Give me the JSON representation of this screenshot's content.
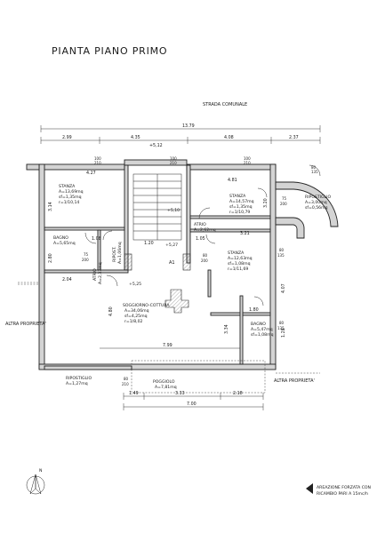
{
  "title": "PIANTA PIANO PRIMO",
  "street": "STRADA COMUNALE",
  "neighbors": {
    "left": "ALTRA PROPRIETA'",
    "right": "ALTRA PROPRIETA'"
  },
  "north": "N",
  "dimensions": {
    "total_top": "13.79",
    "top_2_99": "2.99",
    "top_4_35": "4.35",
    "top_4_08": "4.08",
    "top_2_37": "2.37",
    "elev_5_12": "+5,12",
    "w_4_27": "4.27",
    "w_4_81": "4.81",
    "h_3_14": "3.14",
    "h_3_20": "3.20",
    "w_1_08": "1.08",
    "w_1_20": "1.20",
    "w_1_05": "1.05",
    "w_3_21": "3.21",
    "h_2_80": "2.80",
    "w_2_04": "2.04",
    "h_4_07": "4.07",
    "w_1_80": "1.80",
    "h_4_80": "4.80",
    "h_3_34": "3.34",
    "w_7_99": "7.99",
    "h_1_28": "1.28",
    "w_1_49": "1.49",
    "w_3_33": "3.33",
    "w_2_18": "2.18",
    "w_7_00": "7.00",
    "d100_210": "100\n210",
    "d80_135": "80\n135",
    "d80_210": "80\n210"
  },
  "rooms": {
    "stanza1": {
      "name": "STANZA",
      "a": "A=13,69mq",
      "sf": "sf=1,35mq",
      "r": "r=1/10,14"
    },
    "stanza2": {
      "name": "STANZA",
      "a": "A=14,57mq",
      "sf": "sf=1,35mq",
      "r": "r=1/10,79"
    },
    "stanza3": {
      "name": "STANZA",
      "a": "A=12,63mq",
      "sf": "sf=1,08mq",
      "r": "r=1/11,69"
    },
    "ripostiglio1": {
      "name": "RIPOSTIGLIO",
      "a": "A=3,00mq",
      "sf": "sf=0,56mq"
    },
    "bagno1": {
      "name": "BAGNO",
      "a": "A=5,65mq"
    },
    "atrio1": {
      "name": "ATRIO",
      "a": "A=2,33mq"
    },
    "ripost_small": {
      "name": "RIPOST.",
      "a": "A=1,06mq"
    },
    "atrio2": {
      "name": "ATRIO",
      "a": "A=2,62mq"
    },
    "soggiorno": {
      "name": "SOGGIORNO-COTTURA",
      "a": "A=34,06mq",
      "sf": "sf=4,25mq",
      "r": "r=1/8,02"
    },
    "bagno2": {
      "name": "BAGNO",
      "a": "A=5,47mq",
      "sf": "sf=1,08mq"
    },
    "ripostiglio2": {
      "name": "RIPOSTIGLIO",
      "a": "A=1,27mq"
    },
    "poggiolo": {
      "name": "POGGIOLO",
      "a": "A=7,81mq"
    }
  },
  "elevations": {
    "e5_10": "+5,10",
    "e5_27": "+5,27",
    "e5_25": "+5,25",
    "a1": "A1"
  },
  "legend": {
    "line1": "AREAZIONE FORZATA CON",
    "line2": "RICAMBIO PARI A 15mc/h"
  }
}
